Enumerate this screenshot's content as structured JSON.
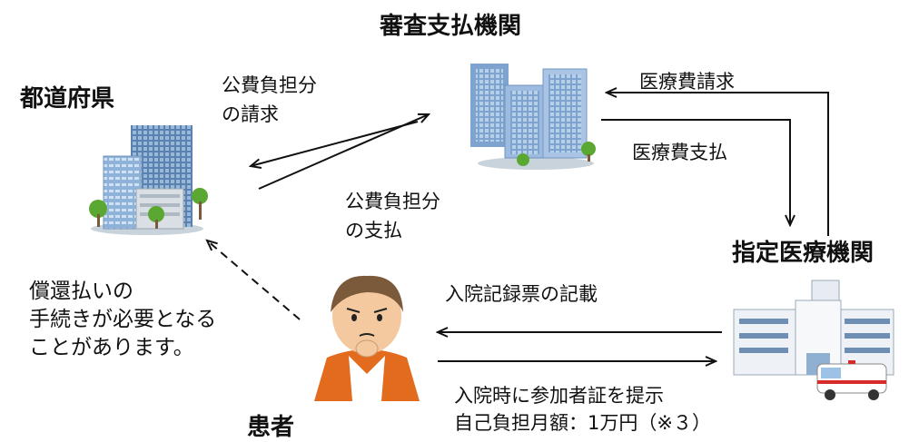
{
  "entities": {
    "examination": "審査支払機関",
    "prefecture": "都道府県",
    "hospital": "指定医療機関",
    "patient": "患者"
  },
  "flows": {
    "public_claim_1": "公費負担分",
    "public_claim_2": "の請求",
    "public_pay_1": "公費負担分",
    "public_pay_2": "の支払",
    "medical_claim": "医療費請求",
    "medical_pay": "医療費支払",
    "record": "入院記録票の記載",
    "present_card": "入院時に参加者証を提示",
    "monthly_copay": "自己負担月額：1万円（※３）"
  },
  "note": {
    "line1": "償還払いの",
    "line2": "手続きが必要となる",
    "line3": "ことがあります。"
  },
  "colors": {
    "arrow": "#111111",
    "building_blue": "#7fa6d3",
    "hospital_white": "#e8eef5",
    "patient_orange": "#e36b1e",
    "skin": "#f4c9a0",
    "tree": "#5aa832"
  },
  "icons": {
    "examination": "office-buildings-icon",
    "prefecture": "skyscraper-buildings-icon",
    "hospital": "hospital-ambulance-icon",
    "patient": "worried-patient-icon"
  }
}
